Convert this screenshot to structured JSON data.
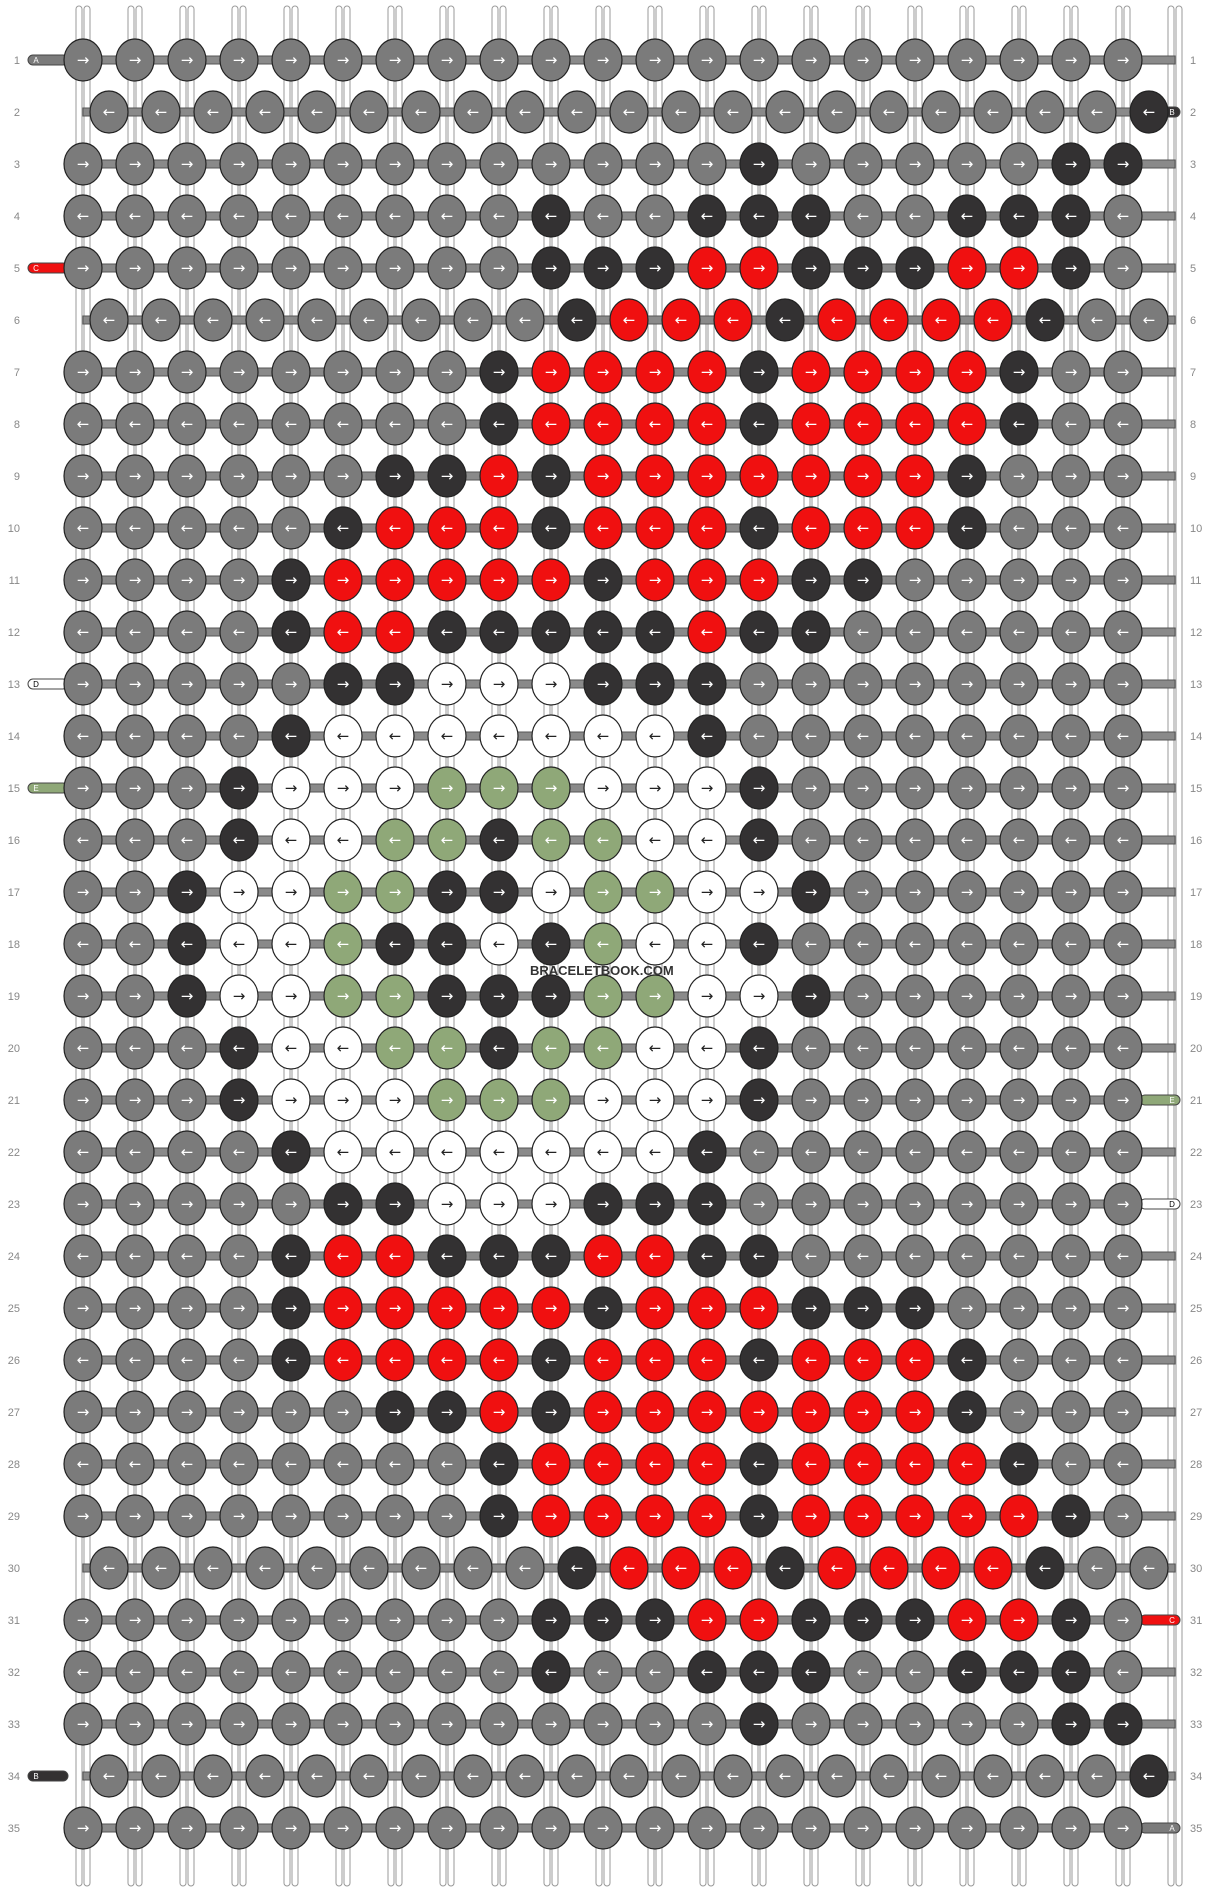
{
  "watermark": "BRACELETBOOK.COM",
  "colors": {
    "A": "#7b7b7b",
    "B": "#333132",
    "C": "#f01010",
    "D": "#ffffff",
    "E": "#8fa878"
  },
  "rows": [
    "1",
    "2",
    "3",
    "4",
    "5",
    "6",
    "7",
    "8",
    "9",
    "10",
    "11",
    "12",
    "13",
    "14",
    "15",
    "16",
    "17",
    "18",
    "19",
    "20",
    "21",
    "22",
    "23",
    "24",
    "25",
    "26",
    "27",
    "28",
    "29",
    "30",
    "31",
    "32",
    "33",
    "34",
    "35"
  ],
  "left_strands": [
    {
      "row": 0,
      "label": "A",
      "color": "A"
    },
    {
      "row": 4,
      "label": "C",
      "color": "C"
    },
    {
      "row": 12,
      "label": "D",
      "color": "D"
    },
    {
      "row": 14,
      "label": "E",
      "color": "E"
    },
    {
      "row": 33,
      "label": "B",
      "color": "B"
    }
  ],
  "right_strands": [
    {
      "row": 1,
      "label": "B",
      "color": "B"
    },
    {
      "row": 20,
      "label": "E",
      "color": "E"
    },
    {
      "row": 22,
      "label": "D",
      "color": "D"
    },
    {
      "row": 30,
      "label": "C",
      "color": "C"
    },
    {
      "row": 34,
      "label": "A",
      "color": "A"
    }
  ],
  "knot_grid": [
    "AAAAAAAAAAAAAAAAAAAAAA",
    "AAAAAAAAAAAAAAAAAAAAB",
    "AAAAAAAAAAAAABAAAAABBA",
    "AAAAAAAAABAABBBAABBBAA",
    "AAAAAAAAABBBCCBBBCCBAA",
    "AAAAAAAAABCCCBCCCCBAA",
    "AAAAAAAABCCCCBCCCCBAAA",
    "AAAAAAAABCCCCBCCCCBAAA",
    "AAAAAABBCBCCCCCCCBAAAA",
    "AAAAABCCCBCCCBCCCBAAAA",
    "AAAABCCCCCBCCCBBAAAAAA",
    "AAAABCCBBBBBCBBAAAAAAA",
    "AAAAABBDDDBBBAAAAAAAAAA",
    "AAAABDDDDDDDBAAAAAAAAAA",
    "AAABDDDEEEDDDBAAAAAAAAAA",
    "AAABDDEEBEEDDBAAAAAAAAA",
    "AABDDEEBBDEEDDBAAAAAAAA",
    "AABDDEBBDBEDDBAAAAAAAAA",
    "AABDDEEBBBEEDDBAAAAAAAA",
    "AAABDDEEBEEDDBAAAAAAAAA",
    "AAABDDDEEEDDDBAAAAAAAAA",
    "AAAABDDDDDDDBAAAAAAAAAA",
    "AAAAABBDDDBBBAAAAAAAAAA",
    "AAAABCCBBBCCBBAAAAAAAAA",
    "AAAABCCCCCBCCCBBBAAAAA",
    "AAAABCCCCBCCCBCCCBAAAA",
    "AAAAAABBCBCCCCCCCBAAAA",
    "AAAAAAAABCCCCBCCCCBAAA",
    "AAAAAAAABCCCCBCCCCCBAA",
    "AAAAAAAAABCCCBCCCCBAA",
    "AAAAAAAAABBBCCBBBCCBAA",
    "AAAAAAAAABAABBBAABBBAA",
    "AAAAAAAAAAAAABAAAAABBA",
    "AAAAAAAAAAAAAAAAAAAAB",
    "AAAAAAAAAAAAAAAAAAAAAA"
  ]
}
